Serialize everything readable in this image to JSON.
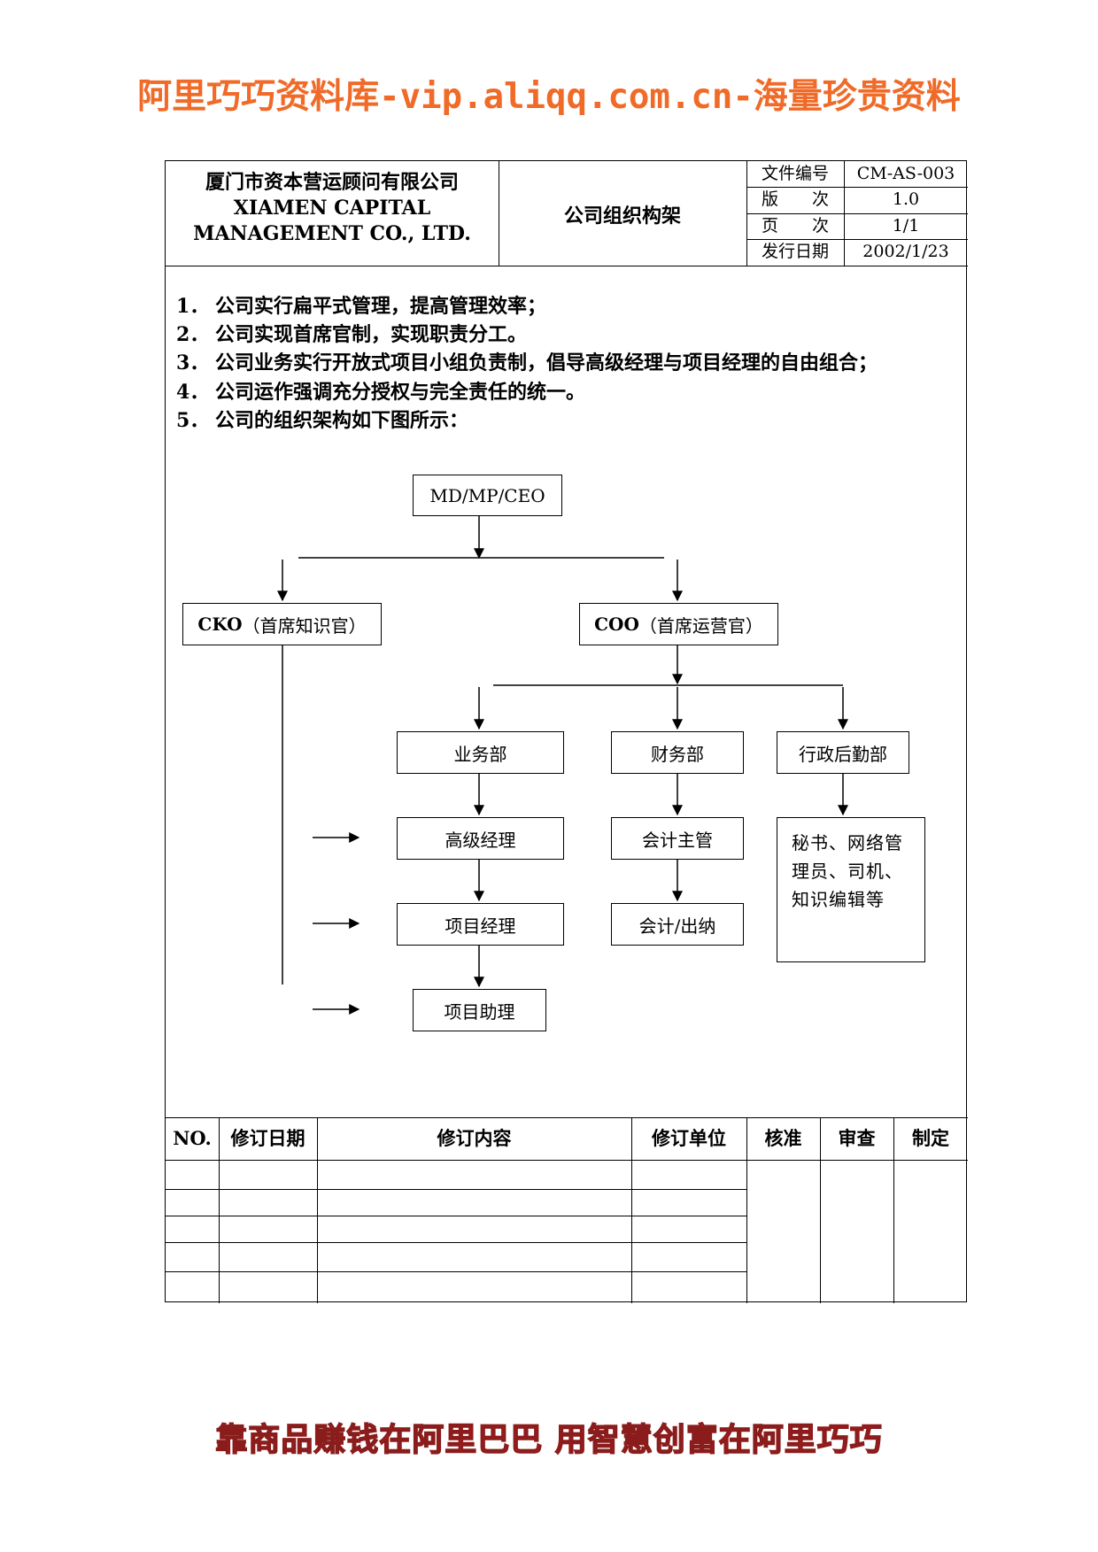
{
  "banner_top": "阿里巧巧资料库-vip.aliqq.com.cn-海量珍贵资料",
  "banner_bottom": "靠商品赚钱在阿里巴巴 用智慧创富在阿里巧巧",
  "header": {
    "company_cn": "厦门市资本营运顾问有限公司",
    "company_en_1": "XIAMEN CAPITAL",
    "company_en_2": "MANAGEMENT CO., LTD.",
    "doc_title": "公司组织构架",
    "meta": [
      {
        "label": "文件编号",
        "value": "CM-AS-003"
      },
      {
        "label": "版　　次",
        "value": "1.0"
      },
      {
        "label": "页　　次",
        "value": "1/1"
      },
      {
        "label": "发行日期",
        "value": "2002/1/23"
      }
    ]
  },
  "points": [
    {
      "num": "1．",
      "text": "公司实行扁平式管理，提高管理效率；"
    },
    {
      "num": "2．",
      "text": "公司实现首席官制，实现职责分工。"
    },
    {
      "num": "3．",
      "text": "公司业务实行开放式项目小组负责制，倡导高级经理与项目经理的自由组合；"
    },
    {
      "num": "4．",
      "text": "公司运作强调充分授权与完全责任的统一。"
    },
    {
      "num": "5．",
      "text": "公司的组织架构如下图所示："
    }
  ],
  "org": {
    "ceo": "MD/MP/CEO",
    "cko_abbr": "CKO",
    "cko_name": "（首席知识官）",
    "coo_abbr": "COO",
    "coo_name": "（首席运营官）",
    "business_dept": "业务部",
    "finance_dept": "财务部",
    "admin_dept": "行政后勤部",
    "senior_manager": "高级经理",
    "project_manager": "项目经理",
    "project_assistant": "项目助理",
    "accounting_supervisor": "会计主管",
    "accountant_cashier": "会计/出纳",
    "admin_staff": "秘书、网络管理员、司机、知识编辑等"
  },
  "revision_table": {
    "headers": [
      "NO.",
      "修订日期",
      "修订内容",
      "修订单位",
      "核准",
      "审查",
      "制定"
    ],
    "rows": 5
  }
}
